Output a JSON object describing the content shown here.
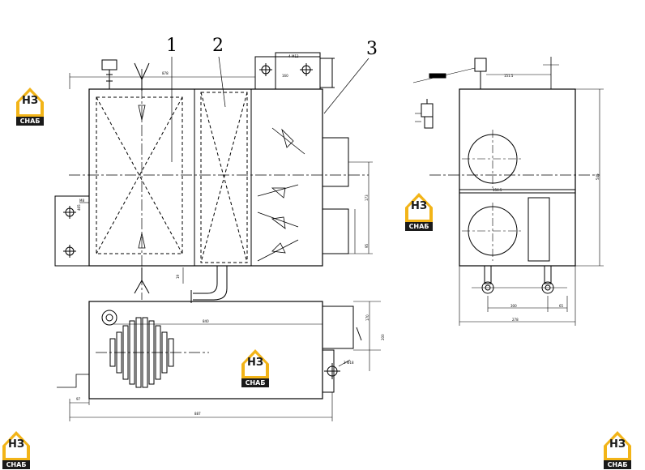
{
  "callouts": {
    "c1": "1",
    "c2": "2",
    "c3": "3"
  },
  "dims": {
    "top_overall": "878",
    "top_flange": "160",
    "right_top": "151.5",
    "right_side_height": "545",
    "right_mid": "156.5",
    "right_bottom_dim": "65",
    "right_bottom_overall": "278",
    "right_bottom_span": "300",
    "left_flange": "465",
    "bottom_width": "840",
    "bottom_overall": "887",
    "bottom_left": "97",
    "bottom_right_height": "200",
    "bottom_side": "170",
    "mid_height_1": "173",
    "mid_height_2": "95",
    "pipe_dim": "19",
    "left_label": "M8",
    "flange_code": "3-Ф18",
    "bolt_code": "4-M12"
  },
  "watermark": {
    "brand": "НЗ",
    "band": "СНАБ",
    "accent": "#f2b418",
    "dark": "#1a1a1a"
  }
}
